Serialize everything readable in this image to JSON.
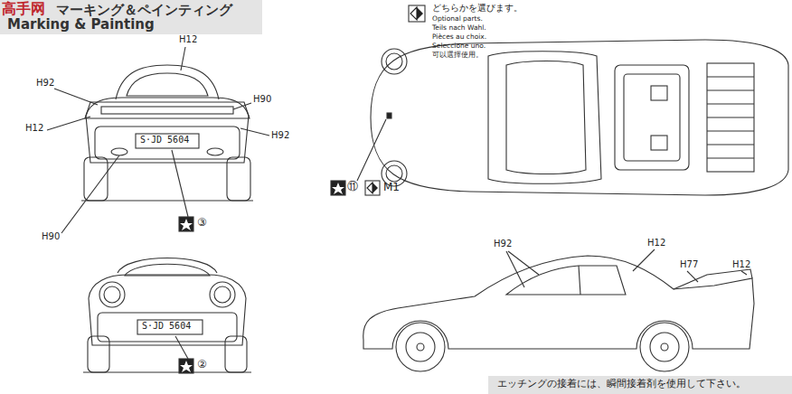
{
  "diagram": {
    "title": "マーキング＆ペインティング",
    "labels": [
      "高手网",
      "Marking & Painting",
      "H12",
      "H92",
      "H90",
      "H12",
      "H92",
      "H90",
      "S·JD 5604",
      "③",
      "S·JD 5604",
      "②",
      "⑪",
      "M1",
      "H92",
      "H12",
      "H77",
      "H12",
      "エッチングの接着には、瞬間接着剤を使用して下さい。"
    ],
    "legend": [
      {
        "text": "どちらかを選びます。"
      },
      {
        "text": "Optional parts."
      },
      {
        "text": "Teils nach Wahl."
      },
      {
        "text": "Pièces au choix."
      },
      {
        "text": "Seleccione uno."
      },
      {
        "text": "可以選擇使用。"
      }
    ]
  }
}
